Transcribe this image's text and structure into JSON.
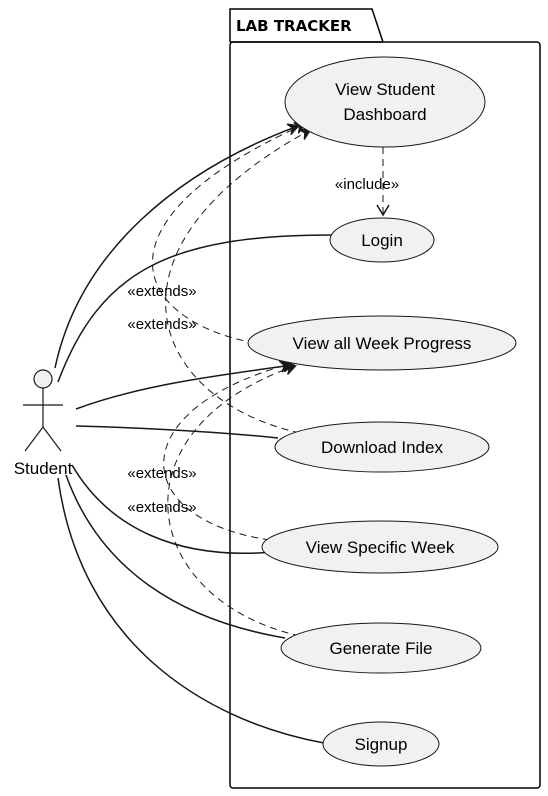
{
  "package": {
    "title": "LAB TRACKER"
  },
  "actor": {
    "name": "Student"
  },
  "use_cases": {
    "dashboard": [
      "View Student",
      "Dashboard"
    ],
    "login": "Login",
    "week_progress": "View all Week Progress",
    "download_index": "Download Index",
    "specific_week": "View Specific Week",
    "generate_file": "Generate File",
    "signup": "Signup"
  },
  "relations": {
    "include": "«include»",
    "extends_1": "«extends»",
    "extends_2": "«extends»",
    "extends_3": "«extends»",
    "extends_4": "«extends»"
  }
}
